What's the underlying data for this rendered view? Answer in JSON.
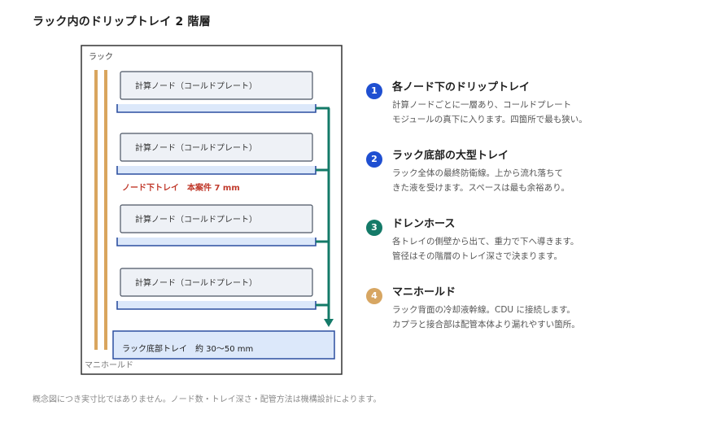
{
  "title": "ラック内のドリップトレイ 2 階層",
  "diagram": {
    "rack_label": "ラック",
    "manifold_label": "マニホールド",
    "node_label": "計算ノード（コールドプレート）",
    "node_tray_label": "ノード下トレイ　本案件 7 mm",
    "bottom_tray_label": "ラック底部トレイ　約 30〜50 mm",
    "node_count": 4
  },
  "legend": [
    {
      "num": "1",
      "color": "#1f4fd1",
      "title": "各ノード下のドリップトレイ",
      "body": "計算ノードごとに一層あり、コールドプレート\nモジュールの真下に入ります。四箇所で最も狭い。"
    },
    {
      "num": "2",
      "color": "#1f4fd1",
      "title": "ラック底部の大型トレイ",
      "body": "ラック全体の最終防衛線。上から流れ落ちて\nきた液を受けます。スペースは最も余裕あり。"
    },
    {
      "num": "3",
      "color": "#147a68",
      "title": "ドレンホース",
      "body": "各トレイの側壁から出て、重力で下へ導きます。\n管径はその階層のトレイ深さで決まります。"
    },
    {
      "num": "4",
      "color": "#d7a662",
      "title": "マニホールド",
      "body": "ラック背面の冷却液幹線。CDU に接続します。\nカプラと接合部は配管本体より漏れやすい箇所。"
    }
  ],
  "footnote": "概念図につき実寸比ではありません。ノード数・トレイ深さ・配管方法は機構設計によります。"
}
